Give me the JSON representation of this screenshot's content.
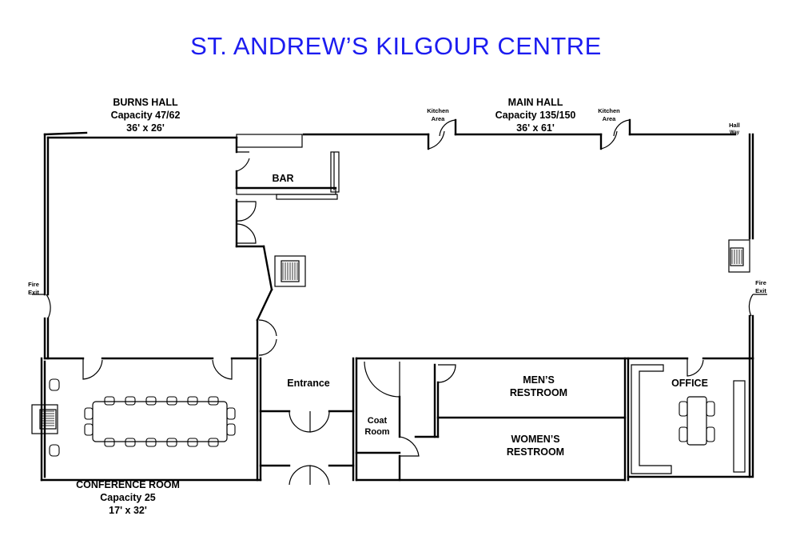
{
  "title": "ST. ANDREW’S KILGOUR CENTRE",
  "rooms": {
    "burns_hall": {
      "name": "BURNS  HALL",
      "capacity": "Capacity 47/62",
      "size": "36' x 26'"
    },
    "main_hall": {
      "name": "MAIN HALL",
      "capacity": "Capacity 135/150",
      "size": "36' x 61'"
    },
    "conference_room": {
      "name": "CONFERENCE ROOM",
      "capacity": "Capacity 25",
      "size": "17' x 32'"
    },
    "bar": "BAR",
    "entrance": "Entrance",
    "coat_room": [
      "Coat",
      "Room"
    ],
    "mens_restroom": [
      "MEN’S",
      "RESTROOM"
    ],
    "womens_restroom": [
      "WOMEN’S",
      "RESTROOM"
    ],
    "office": "OFFICE"
  },
  "small_labels": {
    "kitchen_area_1": [
      "Kitchen",
      "Area"
    ],
    "kitchen_area_2": [
      "Kitchen",
      "Area"
    ],
    "fire_exit_left": [
      "Fire",
      "Exit"
    ],
    "fire_exit_right": [
      "Fire",
      "Exit"
    ],
    "hall_way": [
      "Hall",
      "Way"
    ]
  },
  "colors": {
    "title": "#1c1cf0",
    "walls": "#000000",
    "background": "#ffffff"
  }
}
